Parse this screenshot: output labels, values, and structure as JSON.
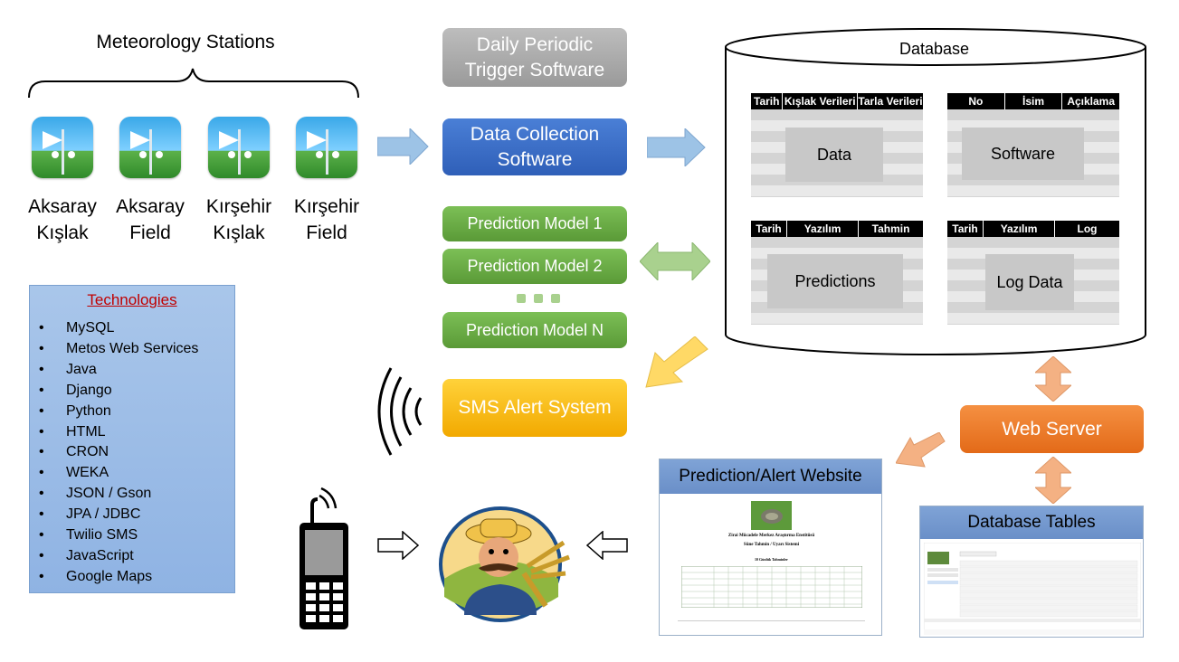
{
  "stations": {
    "title": "Meteorology Stations",
    "items": [
      {
        "line1": "Aksaray",
        "line2": "Kışlak"
      },
      {
        "line1": "Aksaray",
        "line2": "Field"
      },
      {
        "line1": "Kırşehir",
        "line2": "Kışlak"
      },
      {
        "line1": "Kırşehir",
        "line2": "Field"
      }
    ]
  },
  "software": {
    "trigger_line1": "Daily Periodic",
    "trigger_line2": "Trigger Software",
    "collection_line1": "Data Collection",
    "collection_line2": "Software",
    "model1": "Prediction Model 1",
    "model2": "Prediction Model 2",
    "modelN": "Prediction Model N",
    "sms": "SMS Alert System"
  },
  "database": {
    "title": "Database",
    "tables": [
      {
        "cols": [
          "Tarih",
          "Kışlak Verileri",
          "Tarla Verileri"
        ],
        "label": "Data"
      },
      {
        "cols": [
          "No",
          "İsim",
          "Açıklama"
        ],
        "label": "Software"
      },
      {
        "cols": [
          "Tarih",
          "Yazılım",
          "Tahmin"
        ],
        "label": "Predictions"
      },
      {
        "cols": [
          "Tarih",
          "Yazılım",
          "Log"
        ],
        "label": "Log Data"
      }
    ]
  },
  "technologies": {
    "title": "Technologies",
    "items": [
      "MySQL",
      "Metos Web Services",
      "Java",
      "Django",
      "Python",
      "HTML",
      "CRON",
      "WEKA",
      "JSON / Gson",
      "JPA / JDBC",
      "Twilio SMS",
      "JavaScript",
      "Google Maps"
    ]
  },
  "web_server": "Web Server",
  "website": {
    "title": "Prediction/Alert Website",
    "org": "Zirai Mücadele Merkez Araştırma Enstitüsü",
    "subtitle": "Süne Tahmin / Uyarı Sistemi",
    "period": "10 Günlük Tahminler"
  },
  "db_tables_panel": {
    "title": "Database Tables"
  },
  "colors": {
    "arrow_blue": "#9dc3e6",
    "arrow_green": "#a9d18e",
    "arrow_yellow": "#ffd966",
    "arrow_orange": "#f4b183"
  }
}
